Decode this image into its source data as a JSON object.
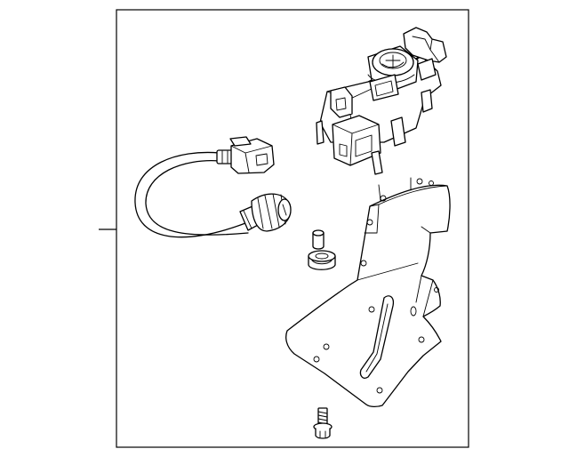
{
  "diagram": {
    "frame_border_color": "#000000",
    "background_color": "#ffffff",
    "line_color": "#000000",
    "parts": [
      {
        "id": "ignition-switch-assembly",
        "icon": "ignition-switch-icon"
      },
      {
        "id": "wiring-harness",
        "icon": "wire-harness-icon"
      },
      {
        "id": "bushing-sleeve",
        "icon": "bushing-icon"
      },
      {
        "id": "grommet",
        "icon": "grommet-icon"
      },
      {
        "id": "mounting-bracket",
        "icon": "bracket-icon"
      },
      {
        "id": "bolt",
        "icon": "bolt-icon"
      }
    ]
  }
}
